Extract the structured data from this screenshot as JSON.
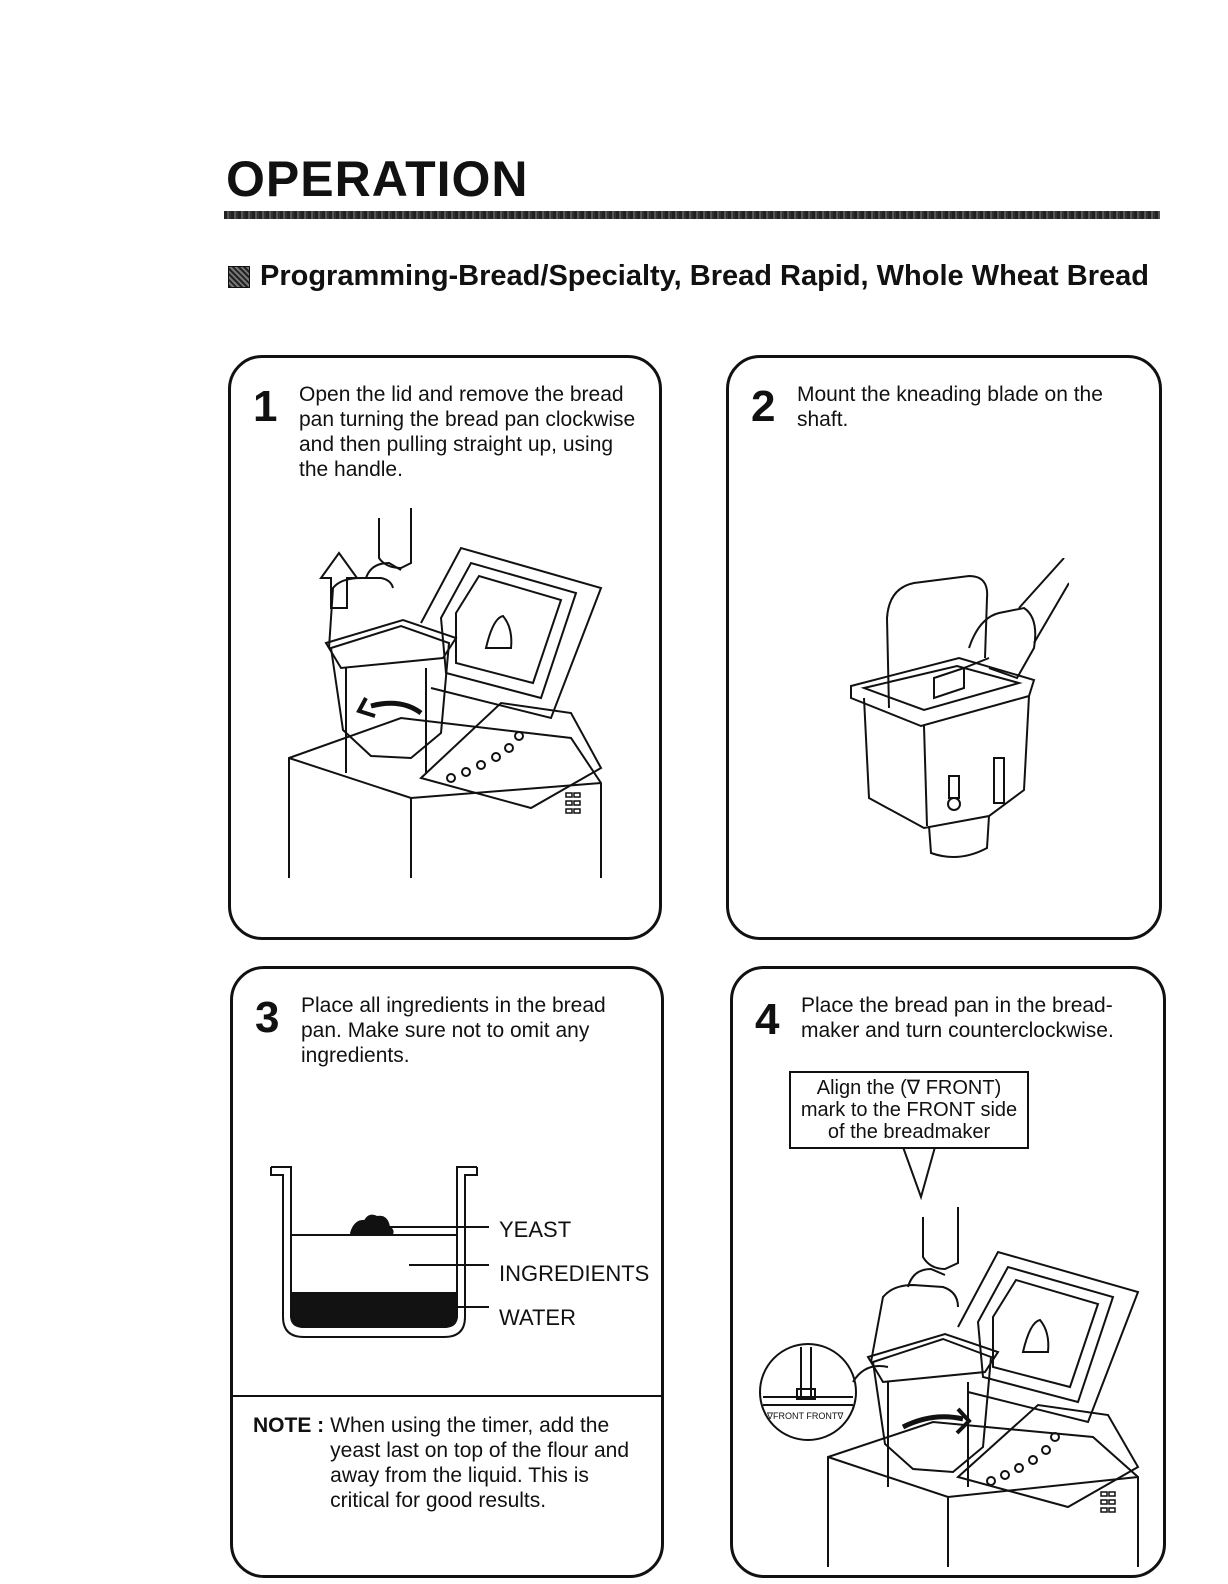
{
  "page": {
    "title": "OPERATION",
    "section_heading": "Programming-Bread/Specialty, Bread Rapid, Whole Wheat Bread"
  },
  "steps": [
    {
      "number": "1",
      "text": "Open the lid and remove the bread pan turning the bread pan clockwise and then pulling straight up, using the handle."
    },
    {
      "number": "2",
      "text": "Mount the kneading blade on the shaft."
    },
    {
      "number": "3",
      "text": "Place all ingredients in the bread pan. Make sure not to omit any ingredients.",
      "layers": [
        "YEAST",
        "INGREDIENTS",
        "WATER"
      ],
      "note_label": "NOTE :",
      "note_text": "When using the timer, add the yeast last on top of the flour and away from the liquid. This is critical for good results."
    },
    {
      "number": "4",
      "text": "Place the bread pan in the bread-maker and turn counterclockwise.",
      "callout": "Align the (∇ FRONT) mark to the FRONT side of the breadmaker",
      "inset_label": "∇FRONT FRONT∇"
    }
  ]
}
